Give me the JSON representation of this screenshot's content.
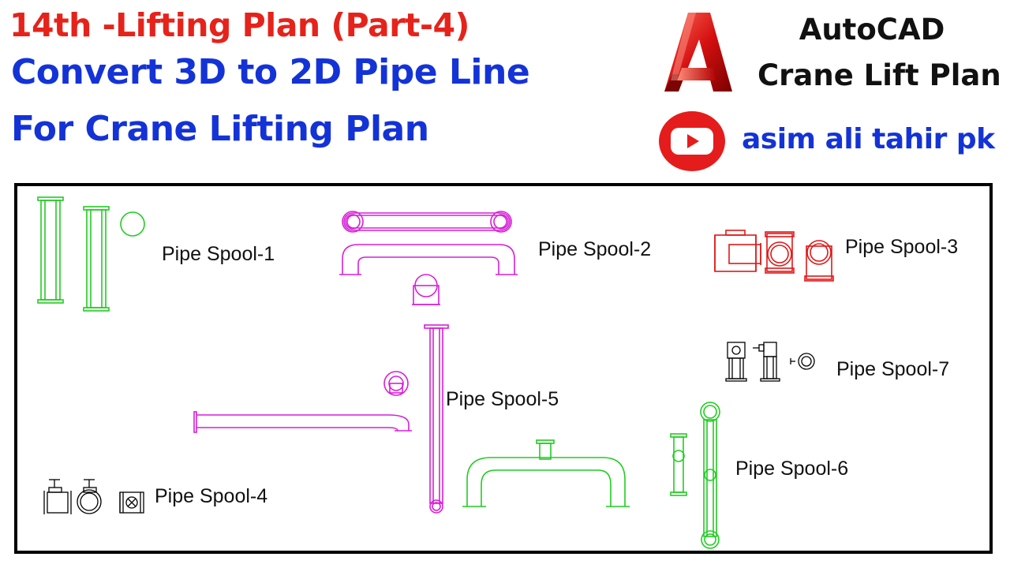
{
  "header": {
    "title_line1": "14th -Lifting Plan (Part-4)",
    "title_line2": "Convert 3D to 2D Pipe Line",
    "title_line3": "For Crane Lifting Plan"
  },
  "branding": {
    "app_line1": "AutoCAD",
    "app_line2": "Crane Lift Plan",
    "channel": "asim ali tahir pk",
    "logo_icon": "autocad-logo-icon",
    "youtube_icon": "youtube-icon"
  },
  "colors": {
    "title_red": "#e5231b",
    "title_blue": "#1433d6",
    "spool_green": "#22cc22",
    "spool_magenta": "#d81fd8",
    "spool_red": "#e01818",
    "spool_black": "#000000"
  },
  "drawing": {
    "labels": {
      "spool1": "Pipe Spool-1",
      "spool2": "Pipe Spool-2",
      "spool3": "Pipe Spool-3",
      "spool4": "Pipe Spool-4",
      "spool5": "Pipe Spool-5",
      "spool6": "Pipe Spool-6",
      "spool7": "Pipe Spool-7"
    }
  }
}
